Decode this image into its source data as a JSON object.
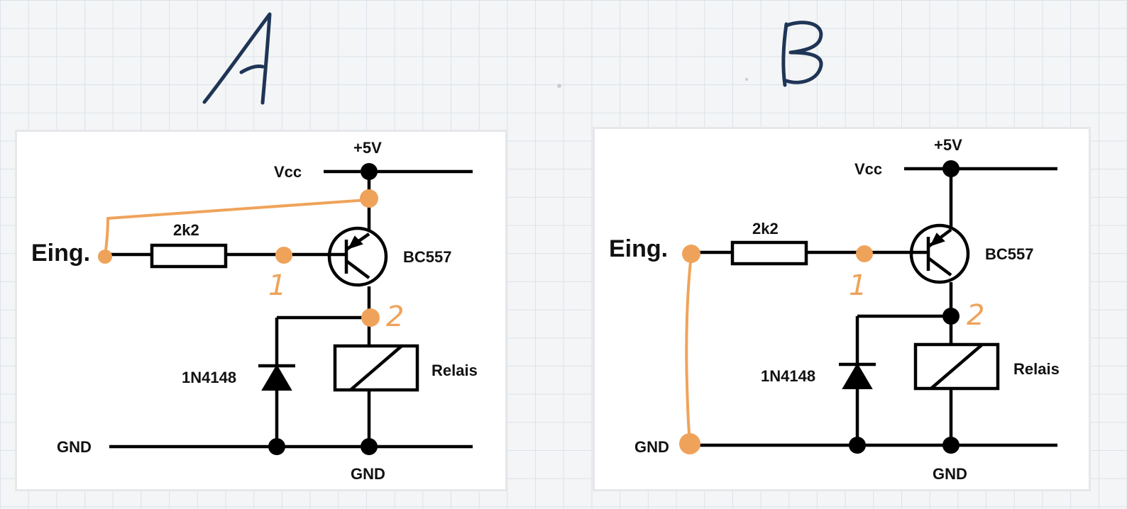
{
  "notebook": {
    "letter_a": "A",
    "letter_b": "B"
  },
  "circuit_a": {
    "supply_label": "+5V",
    "vcc_label": "Vcc",
    "input_label": "Eing.",
    "resistor_label": "2k2",
    "transistor_label": "BC557",
    "diode_label": "1N4148",
    "relay_label": "Relais",
    "gnd_left_label": "GND",
    "gnd_bottom_label": "GND",
    "marker_1": "1",
    "marker_2": "2"
  },
  "circuit_b": {
    "supply_label": "+5V",
    "vcc_label": "Vcc",
    "input_label": "Eing.",
    "resistor_label": "2k2",
    "transistor_label": "BC557",
    "diode_label": "1N4148",
    "relay_label": "Relais",
    "gnd_left_label": "GND",
    "gnd_bottom_label": "GND",
    "marker_1": "1",
    "marker_2": "2"
  },
  "colors": {
    "paper": "#f4f5f6",
    "grid": "#dbe2ea",
    "ink_blue": "#1f3556",
    "highlight_orange": "#efa35a"
  }
}
